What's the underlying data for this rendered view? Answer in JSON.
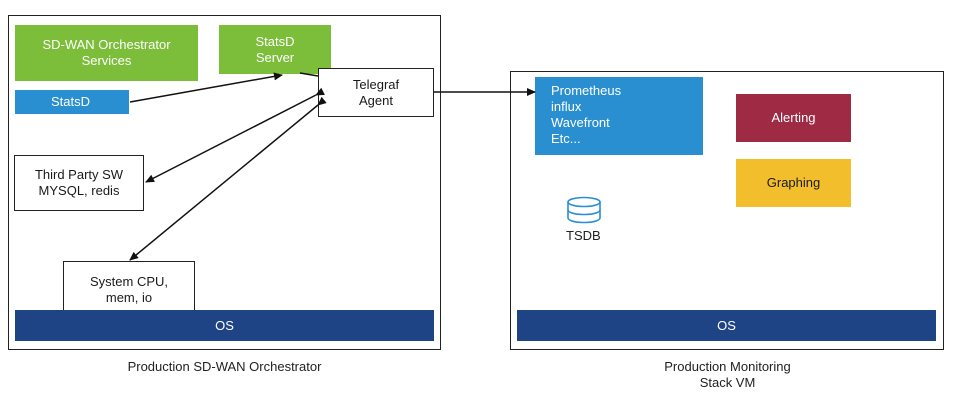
{
  "left_panel": {
    "caption": "Production SD-WAN Orchestrator",
    "orchestrator_services": "SD-WAN Orchestrator\nServices",
    "statsd_server": "StatsD\nServer",
    "statsd": "StatsD",
    "telegraf_agent": "Telegraf\nAgent",
    "third_party": "Third Party SW\nMYSQL, redis",
    "system_cpu": "System CPU,\nmem, io",
    "os": "OS"
  },
  "right_panel": {
    "caption": "Production Monitoring\nStack VM",
    "tsdb_backends": "Prometheus\ninflux\nWavefront\nEtc...",
    "alerting": "Alerting",
    "graphing": "Graphing",
    "tsdb": "TSDB",
    "os": "OS"
  },
  "colors": {
    "green": "#7cbd3a",
    "blue": "#2a8fd0",
    "navy": "#1f4486",
    "red": "#9e2a44",
    "yellow": "#f3be2c"
  },
  "icons": {
    "tsdb": "database-icon"
  }
}
